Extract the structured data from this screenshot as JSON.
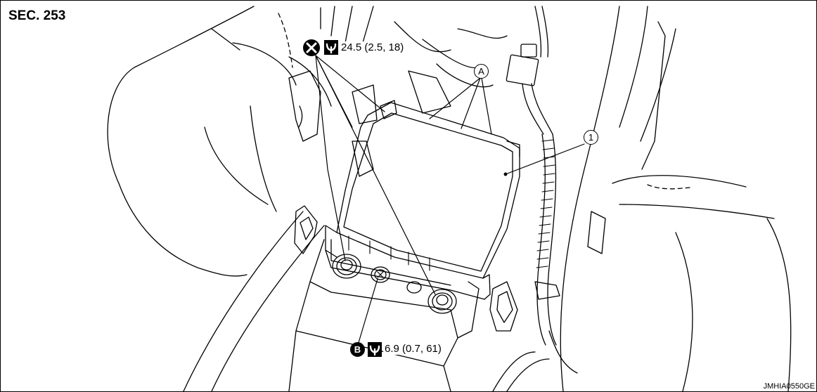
{
  "section_label": "SEC. 253",
  "figure_code": "JMHIA0550GE",
  "torque_top": "24.5 (2.5, 18)",
  "torque_bottom": "6.9 (0.7, 61)",
  "callouts": {
    "part_1": "1",
    "a": "A",
    "b": "B"
  },
  "icons": {
    "replace": "no-reuse-x-icon",
    "torque": "torque-wrench-icon"
  },
  "colors": {
    "line": "#000000",
    "background": "#ffffff"
  }
}
